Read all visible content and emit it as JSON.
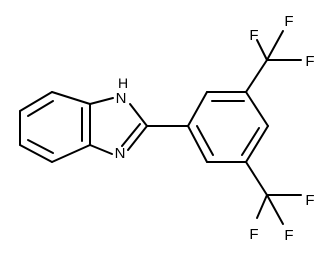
{
  "molecule": {
    "atoms": {
      "nh_nitrogen": "N",
      "nh_hydrogen": "H",
      "imine_nitrogen": "N",
      "f_top_1": "F",
      "f_top_2": "F",
      "f_top_3": "F",
      "f_bottom_1": "F",
      "f_bottom_2": "F",
      "f_bottom_3": "F"
    }
  },
  "colors": {
    "background": "#ffffff",
    "ink": "#000000"
  }
}
